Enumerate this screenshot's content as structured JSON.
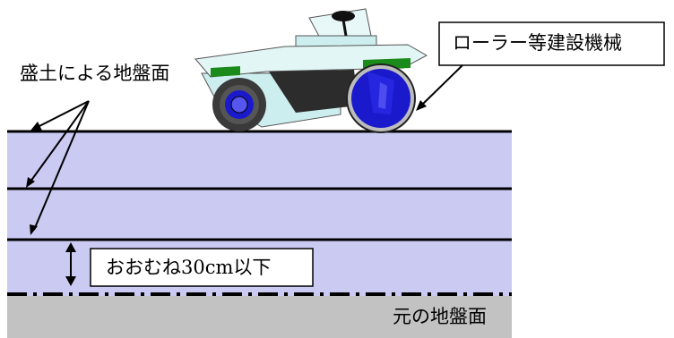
{
  "labels": {
    "fill_surface": "盛土による地盤面",
    "machine": "ローラー等建設機械",
    "thickness": "おおむね30cm以下",
    "original_ground": "元の地盤面"
  },
  "colors": {
    "layer_fill": "#cbcaf3",
    "original_ground_fill": "#c2c2c2",
    "line": "#000000",
    "machine_body": "#cdeeee",
    "machine_dark": "#333333",
    "machine_green": "#1a8a1a",
    "wheel_blue": "#1a1acc"
  },
  "icons": {
    "machine": "road-roller-icon"
  }
}
